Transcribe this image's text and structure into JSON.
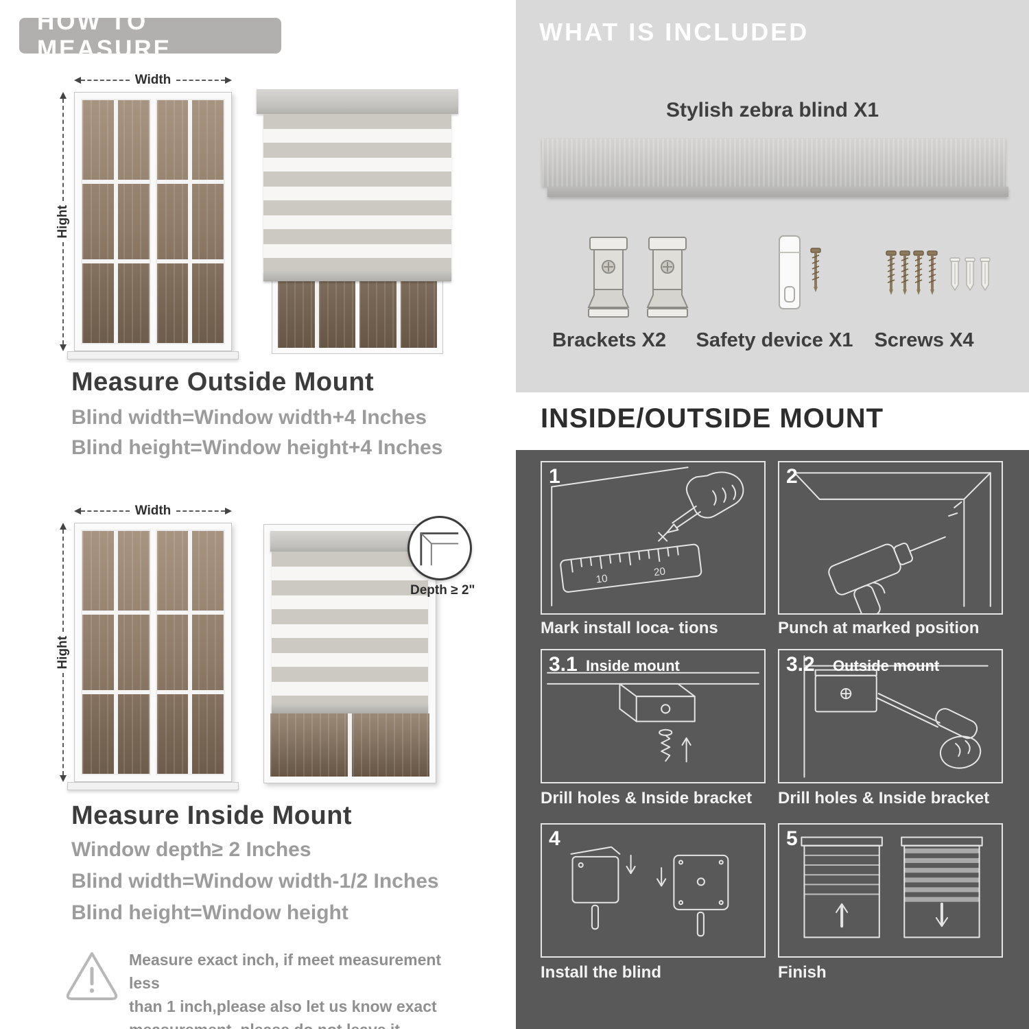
{
  "colors": {
    "banner_gray": "#b1b0af",
    "included_bg": "#d9d9d9",
    "mount_bg": "#595959",
    "stripe_gray": "#ccc9c2"
  },
  "left": {
    "title": "HOW TO MEASURE",
    "outside": {
      "width_label": "Width",
      "height_label": "Hight",
      "heading": "Measure Outside Mount",
      "line1": "Blind width=Window width+4 Inches",
      "line2": "Blind height=Window height+4 Inches"
    },
    "inside": {
      "width_label": "Width",
      "height_label": "Hight",
      "depth_label": "Depth ≥ 2\"",
      "heading": "Measure Inside Mount",
      "line1": "Window depth≥ 2 Inches",
      "line2": "Blind width=Window width-1/2 Inches",
      "line3": "Blind height=Window height"
    },
    "note": {
      "line1": "Measure exact inch, if meet measurement less",
      "line2": "than 1 inch,please also let us know exact",
      "line3": "measurement, please do not leave it"
    }
  },
  "right": {
    "included": {
      "title": "WHAT IS INCLUDED",
      "product_label": "Stylish zebra blind X1",
      "parts": [
        {
          "label": "Brackets X2"
        },
        {
          "label": "Safety device X1"
        },
        {
          "label": "Screws X4"
        }
      ]
    },
    "mount": {
      "title": "INSIDE/OUTSIDE MOUNT",
      "steps": [
        {
          "num": "1",
          "caption": "Mark install loca- tions"
        },
        {
          "num": "2",
          "caption": "Punch at  marked position"
        },
        {
          "num": "3.1",
          "tag": "Inside mount",
          "caption": "Drill holes &  Inside bracket"
        },
        {
          "num": "3.2",
          "tag": "Outside mount",
          "caption": "Drill holes &  Inside bracket"
        },
        {
          "num": "4",
          "caption": "Install the blind"
        },
        {
          "num": "5",
          "caption": "Finish"
        }
      ]
    }
  }
}
